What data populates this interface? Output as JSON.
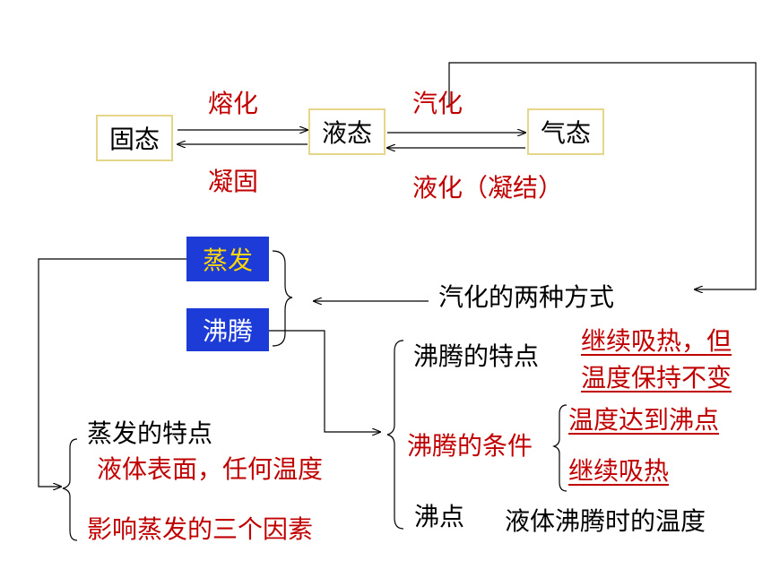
{
  "states": {
    "solid": "固态",
    "liquid": "液态",
    "gas": "气态"
  },
  "transitions": {
    "melting": "熔化",
    "solidifying": "凝固",
    "vaporization": "汽化",
    "liquefaction": "液化（凝结）"
  },
  "vaporization_methods": {
    "title": "汽化的两种方式",
    "evaporation": "蒸发",
    "boiling": "沸腾"
  },
  "evaporation": {
    "features_label": "蒸发的特点",
    "features_text": "液体表面，任何温度",
    "factors": "影响蒸发的三个因素"
  },
  "boiling": {
    "features_label": "沸腾的特点",
    "features_line1": "继续吸热，但",
    "features_line2": "温度保持不变",
    "conditions_label": "沸腾的条件",
    "condition1": "温度达到沸点",
    "condition2": "继续吸热",
    "boiling_point_label": "沸点",
    "boiling_point_def": "液体沸腾时的温度"
  }
}
